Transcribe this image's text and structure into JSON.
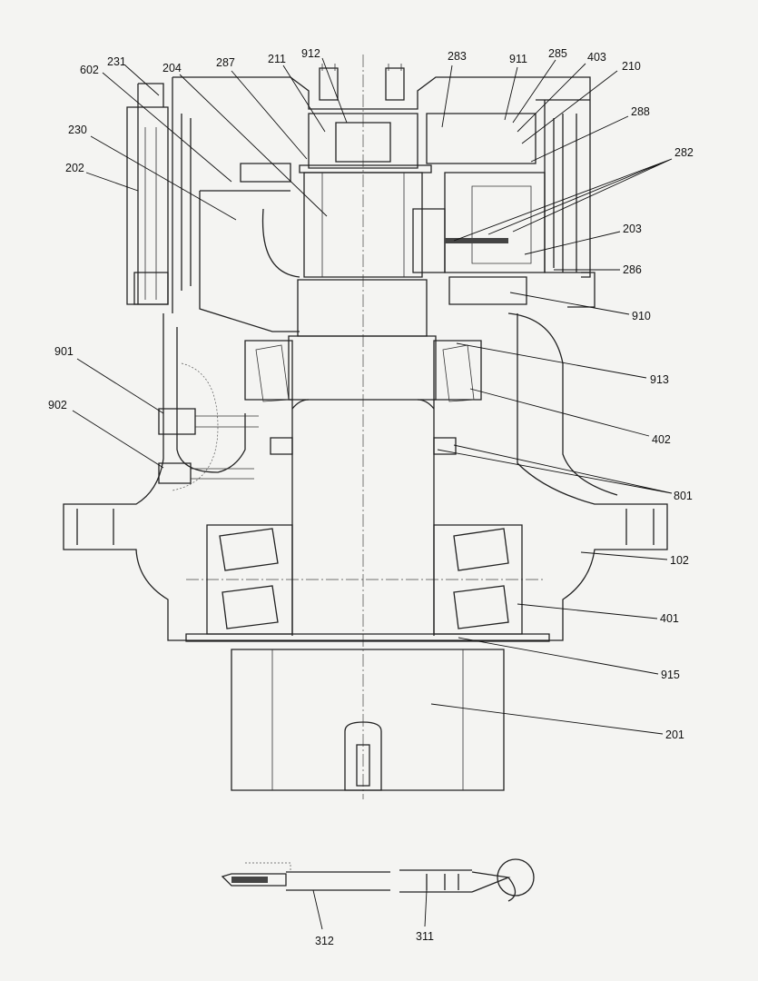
{
  "callouts": [
    {
      "id": "c231",
      "text": "231"
    },
    {
      "id": "c602",
      "text": "602"
    },
    {
      "id": "c204",
      "text": "204"
    },
    {
      "id": "c287",
      "text": "287"
    },
    {
      "id": "c211",
      "text": "211"
    },
    {
      "id": "c912",
      "text": "912"
    },
    {
      "id": "c283",
      "text": "283"
    },
    {
      "id": "c911",
      "text": "911"
    },
    {
      "id": "c285",
      "text": "285"
    },
    {
      "id": "c403",
      "text": "403"
    },
    {
      "id": "c210",
      "text": "210"
    },
    {
      "id": "c230",
      "text": "230"
    },
    {
      "id": "c202",
      "text": "202"
    },
    {
      "id": "c288",
      "text": "288"
    },
    {
      "id": "c282",
      "text": "282"
    },
    {
      "id": "c203",
      "text": "203"
    },
    {
      "id": "c286",
      "text": "286"
    },
    {
      "id": "c910",
      "text": "910"
    },
    {
      "id": "c901",
      "text": "901"
    },
    {
      "id": "c913",
      "text": "913"
    },
    {
      "id": "c902",
      "text": "902"
    },
    {
      "id": "c402",
      "text": "402"
    },
    {
      "id": "c801",
      "text": "801"
    },
    {
      "id": "c102",
      "text": "102"
    },
    {
      "id": "c401",
      "text": "401"
    },
    {
      "id": "c915",
      "text": "915"
    },
    {
      "id": "c201",
      "text": "201"
    },
    {
      "id": "c312",
      "text": "312"
    },
    {
      "id": "c311",
      "text": "311"
    }
  ]
}
